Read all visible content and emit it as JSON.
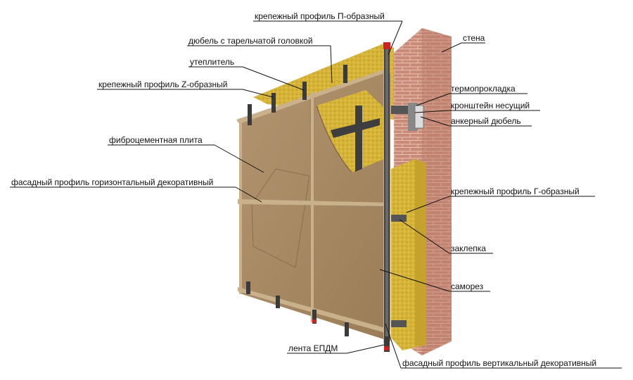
{
  "diagram": {
    "labels": {
      "p_profile": "крепежный профиль П-образный",
      "dowel_head": "дюбель с тарельчатой головкой",
      "insulation": "утеплитель",
      "z_profile": "крепежный профиль Z-образный",
      "wall": "стена",
      "thermal_pad": "термопрокладка",
      "bracket": "кронштейн несущий",
      "anchor": "анкерный дюбель",
      "fibro_plate": "фиброцементная плита",
      "horiz_profile": "фасадный профиль горизонтальный декоративный",
      "g_profile": "крепежный профиль Г-образный",
      "rivet": "заклепка",
      "screw": "саморез",
      "epdm": "лента ЕПДМ",
      "vert_profile": "фасадный профиль вертикальный декоративный"
    },
    "colors": {
      "brick": "#c98a78",
      "insulation": "#d9b83a",
      "panel": "#a88a62",
      "profile": "#444444",
      "accent_red": "#cc2222"
    }
  }
}
